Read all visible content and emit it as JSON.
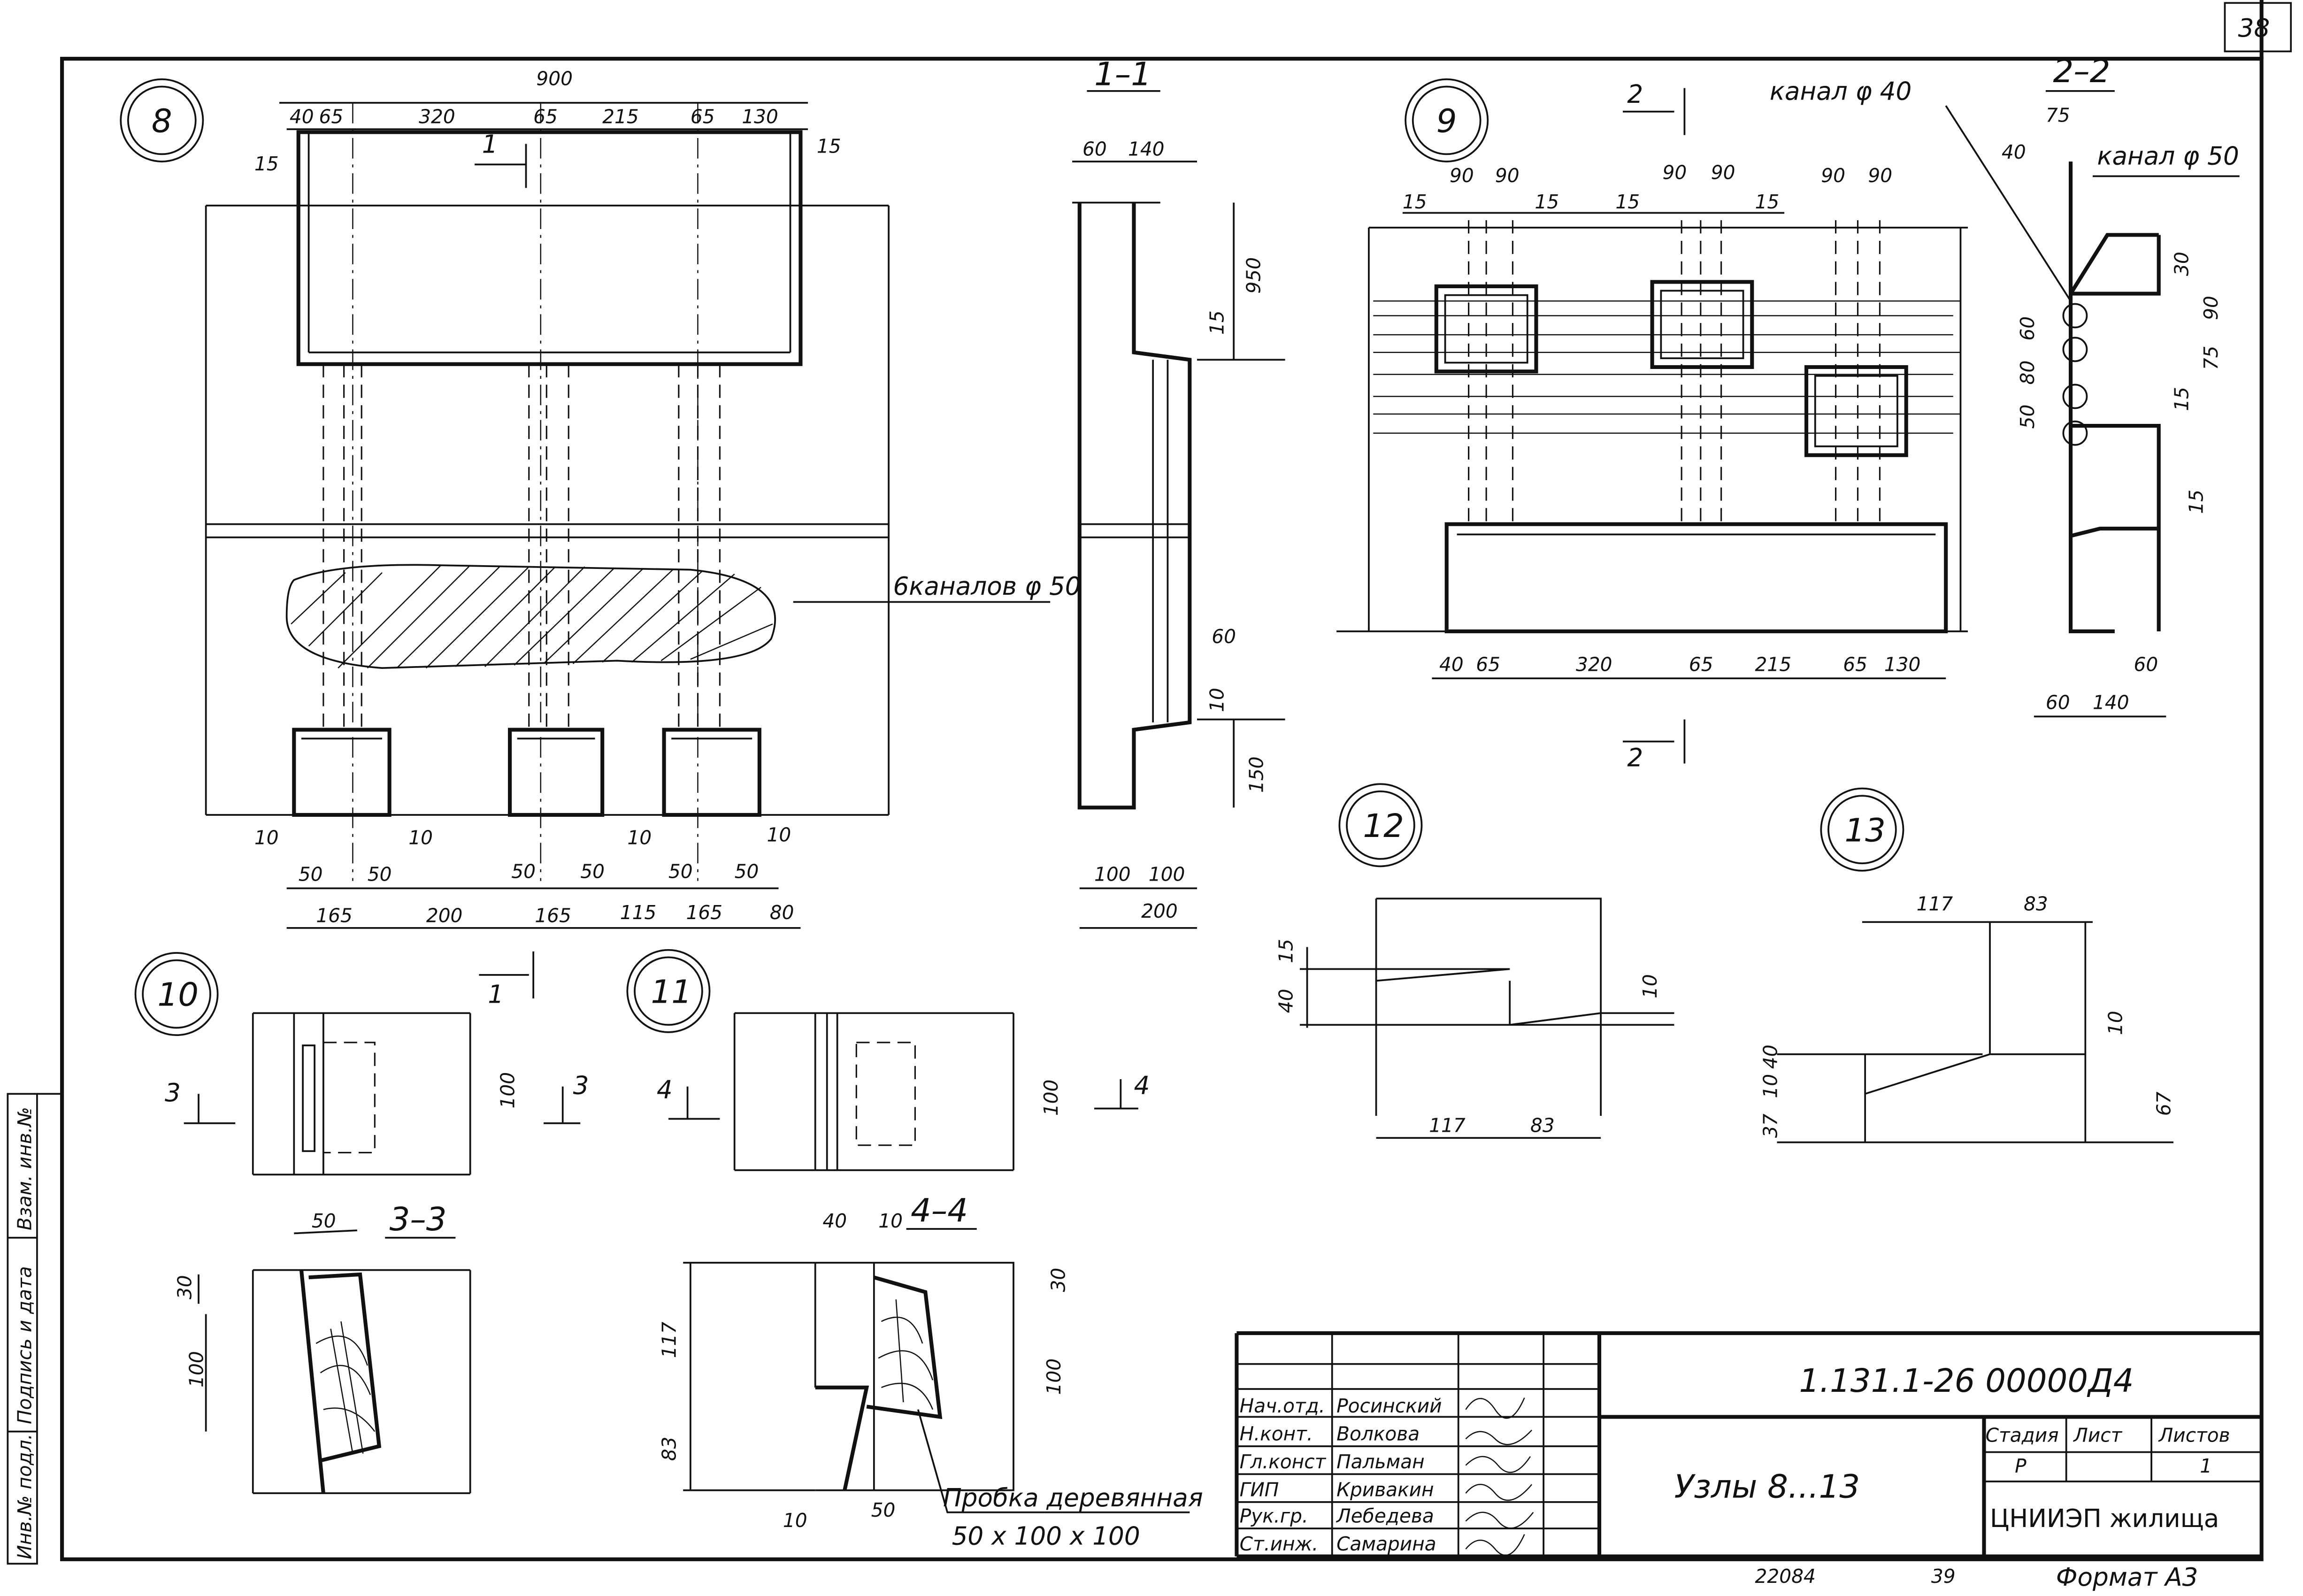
{
  "sheet_number": "38",
  "side_stamp": [
    "Инв.№ подл.",
    "Подпись и дата",
    "Взам. инв.№"
  ],
  "node8": {
    "label": "8",
    "overall": "900",
    "top_dims": [
      "40",
      "65",
      "320",
      "65",
      "215",
      "65",
      "130"
    ],
    "side_dims": [
      "15",
      "15"
    ],
    "section_mark": "1",
    "channels_note": "6каналов φ 50",
    "bottom_tens": [
      "10",
      "10",
      "10",
      "10"
    ],
    "bottom_fifties": [
      "50",
      "50",
      "50",
      "50",
      "50",
      "50"
    ],
    "bottom_dims": [
      "165",
      "200",
      "165",
      "115",
      "165",
      "80"
    ]
  },
  "section_1_1": {
    "label": "1–1",
    "dims": [
      "60",
      "140",
      "950",
      "15",
      "60",
      "10",
      "150",
      "100",
      "100",
      "200"
    ]
  },
  "node9": {
    "label": "9",
    "section_mark": "2",
    "channel40": "канал φ 40",
    "top_dims": [
      "15",
      "90",
      "90",
      "15",
      "15",
      "90",
      "90",
      "15",
      "90",
      "90"
    ],
    "bottom_dims": [
      "40",
      "65",
      "320",
      "65",
      "215",
      "65",
      "130"
    ]
  },
  "section_2_2": {
    "label": "2–2",
    "channel50": "канал φ 50",
    "dims": [
      "75",
      "40",
      "30",
      "90",
      "60",
      "80",
      "50",
      "75",
      "15",
      "15",
      "60",
      "60",
      "140"
    ]
  },
  "node10": {
    "label": "10",
    "section_mark": "3",
    "dim": "100"
  },
  "node11": {
    "label": "11",
    "section_mark": "4",
    "dim": "100"
  },
  "node12": {
    "label": "12",
    "dims": [
      "15",
      "40",
      "10",
      "117",
      "83"
    ]
  },
  "node13": {
    "label": "13",
    "dims": [
      "117",
      "83",
      "10",
      "40",
      "10",
      "37",
      "67"
    ]
  },
  "section_3_3": {
    "label": "3–3",
    "dims": [
      "50",
      "30",
      "100"
    ]
  },
  "section_4_4": {
    "label": "4–4",
    "dims": [
      "40",
      "10",
      "117",
      "83",
      "30",
      "100",
      "10",
      "50"
    ],
    "note": "Пробка деревянная",
    "note_size": "50 x 100 x 100"
  },
  "title_block": {
    "people": [
      {
        "role": "Нач.отд.",
        "name": "Росинский"
      },
      {
        "role": "Н.конт.",
        "name": "Волкова"
      },
      {
        "role": "Гл.конст",
        "name": "Пальман"
      },
      {
        "role": "ГИП",
        "name": "Кривакин"
      },
      {
        "role": "Рук.гр.",
        "name": "Лебедева"
      },
      {
        "role": "Ст.инж.",
        "name": "Самарина"
      }
    ],
    "code": "1.131.1-26 00000Д4",
    "title": "Узлы 8...13",
    "stage_header": "Стадия",
    "sheet_header": "Лист",
    "sheets_header": "Листов",
    "stage": "Р",
    "sheets": "1",
    "organization": "ЦНИИЭП жилища",
    "footer_number": "22084",
    "footer_page": "39",
    "format": "Формат А3"
  }
}
